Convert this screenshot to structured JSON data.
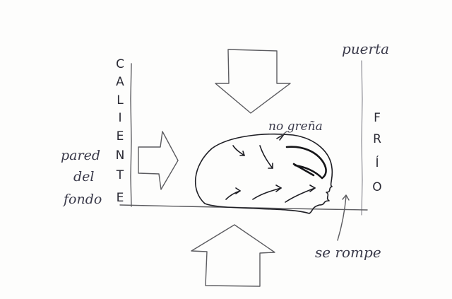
{
  "labels": {
    "caliente": [
      "C",
      "A",
      "L",
      "I",
      "E",
      "N",
      "T",
      "E"
    ],
    "frio": [
      "F",
      "R",
      "Í",
      "O"
    ],
    "puerta": "puerta",
    "pared_line1": "pared",
    "pared_line2": "del",
    "pared_line3": "fondo",
    "no_grena": "no greña",
    "se_rompe": "se rompe"
  },
  "colors": {
    "pencil": "#5c5c60",
    "ink": "#1e1e24"
  }
}
